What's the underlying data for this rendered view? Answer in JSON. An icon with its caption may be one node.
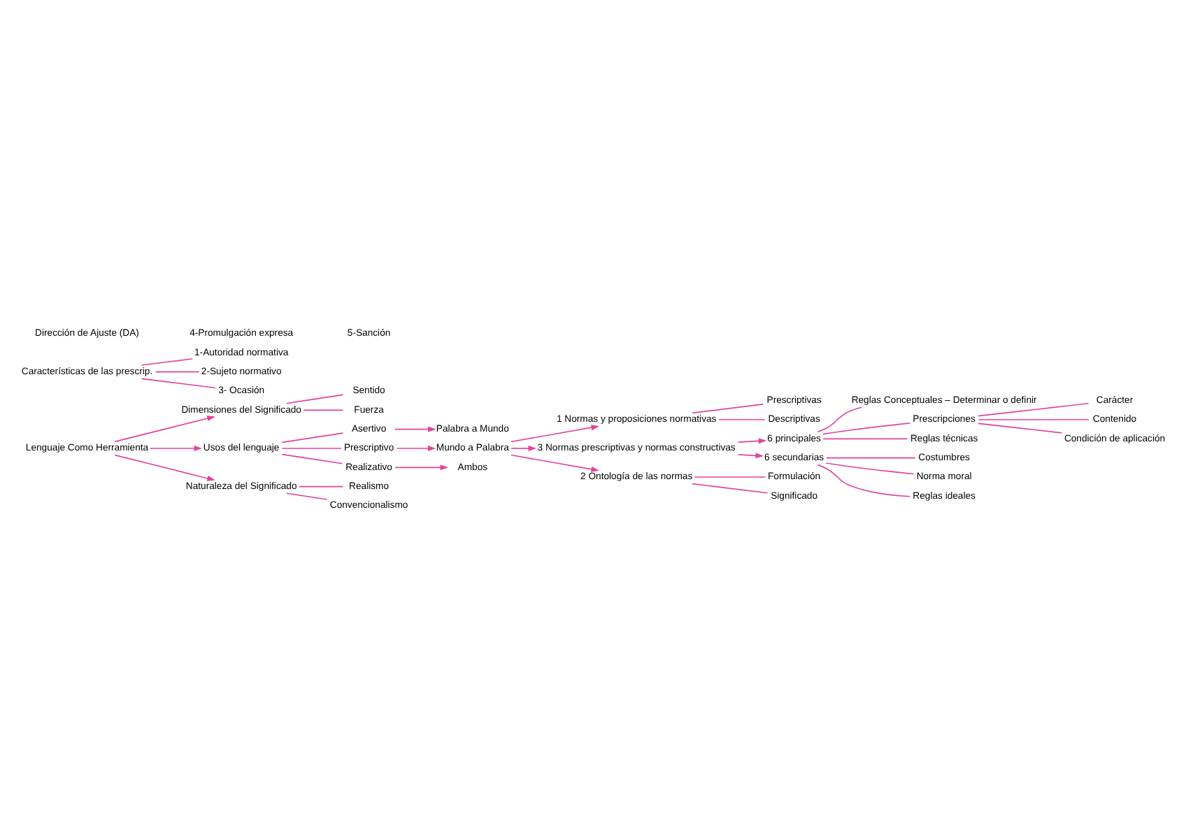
{
  "diagram": {
    "nodes": [
      {
        "text": [
          "Lenguaje Como Herramienta"
        ]
      },
      {
        "text": [
          "Dimensiones del Significado"
        ]
      },
      {
        "text": [
          "Sentido"
        ]
      },
      {
        "text": [
          "Fuerza"
        ]
      },
      {
        "text": [
          "Usos del lenguaje"
        ]
      },
      {
        "text": [
          "Asertivo"
        ]
      },
      {
        "text": [
          "Prescriptivo"
        ]
      },
      {
        "text": [
          "Realizativo"
        ]
      },
      {
        "text": [
          "Palabra a Mundo"
        ]
      },
      {
        "text": [
          "Mundo a Palabra"
        ]
      },
      {
        "text": [
          "Ambos"
        ]
      },
      {
        "text": [
          "Naturaleza del Significado"
        ]
      },
      {
        "text": [
          "Realismo"
        ]
      },
      {
        "text": [
          "Convencionalismo"
        ]
      },
      {
        "text": [
          "1 Normas y proposiciones normativas"
        ]
      },
      {
        "text": [
          "Prescriptivas"
        ]
      },
      {
        "text": [
          "Descriptivas"
        ]
      },
      {
        "text": [
          "3 Normas prescriptivas y normas constructivas"
        ]
      },
      {
        "text": [
          "2 Ontología de las normas"
        ]
      },
      {
        "text": [
          "Formulación"
        ]
      },
      {
        "text": [
          "Significado"
        ]
      },
      {
        "text": [
          "6 principales"
        ]
      },
      {
        "text": [
          "Reglas Conceptuales – Determinar o definir"
        ]
      },
      {
        "text": [
          "Prescripciones"
        ]
      },
      {
        "text": [
          "Reglas técnicas"
        ]
      },
      {
        "text": [
          "Carácter"
        ]
      },
      {
        "text": [
          "Contenido"
        ]
      },
      {
        "text": [
          "Condición de aplicación"
        ]
      },
      {
        "text": [
          "Características de las prescrip."
        ]
      },
      {
        "text": [
          "1-Autoridad normativa"
        ]
      },
      {
        "text": [
          "2-Sujeto normativo"
        ]
      },
      {
        "text": [
          "3- Ocasión"
        ]
      },
      {
        "text": [
          "6 secundarias"
        ]
      },
      {
        "text": [
          "Costumbres"
        ]
      },
      {
        "text": [
          "Norma moral"
        ]
      },
      {
        "text": [
          "Reglas ideales"
        ]
      }
    ],
    "edges": [
      {
        "from": 0,
        "to": 1,
        "arrow": "to"
      },
      {
        "from": 0,
        "to": 4,
        "arrow": "to"
      },
      {
        "from": 0,
        "to": 11,
        "arrow": "to"
      },
      {
        "from": 1,
        "to": 2,
        "arrow": "none"
      },
      {
        "from": 1,
        "to": 3,
        "arrow": "none"
      },
      {
        "from": 4,
        "to": 5,
        "arrow": "none"
      },
      {
        "from": 4,
        "to": 6,
        "arrow": "none"
      },
      {
        "from": 4,
        "to": 7,
        "arrow": "none"
      },
      {
        "from": 5,
        "to": 8,
        "arrow": "to"
      },
      {
        "from": 6,
        "to": 9,
        "arrow": "to"
      },
      {
        "from": 7,
        "to": 10,
        "arrow": "to"
      },
      {
        "from": 11,
        "to": 12,
        "arrow": "none"
      },
      {
        "from": 11,
        "to": 13,
        "arrow": "none"
      },
      {
        "from": 9,
        "to": 14,
        "arrow": "to"
      },
      {
        "from": 9,
        "to": 17,
        "arrow": "to"
      },
      {
        "from": 9,
        "to": 18,
        "arrow": "to"
      },
      {
        "from": 14,
        "to": 15,
        "arrow": "none"
      },
      {
        "from": 14,
        "to": 16,
        "arrow": "none"
      },
      {
        "from": 18,
        "to": 19,
        "arrow": "none"
      },
      {
        "from": 18,
        "to": 20,
        "arrow": "none"
      },
      {
        "from": 17,
        "to": 21,
        "arrow": "to"
      },
      {
        "from": 17,
        "to": 32,
        "arrow": "to"
      },
      {
        "from": 21,
        "to": 22,
        "arrow": "none"
      },
      {
        "from": 21,
        "to": 23,
        "arrow": "none"
      },
      {
        "from": 21,
        "to": 24,
        "arrow": "none"
      },
      {
        "from": 23,
        "to": 25,
        "arrow": "none"
      },
      {
        "from": 23,
        "to": 26,
        "arrow": "none"
      },
      {
        "from": 23,
        "to": 27,
        "arrow": "none"
      },
      {
        "from": 28,
        "to": 29,
        "arrow": "none"
      },
      {
        "from": 28,
        "to": 30,
        "arrow": "none"
      },
      {
        "from": 28,
        "to": 31,
        "arrow": "none"
      },
      {
        "from": 32,
        "to": 33,
        "arrow": "none"
      },
      {
        "from": 32,
        "to": 34,
        "arrow": "none"
      },
      {
        "from": 32,
        "to": 35,
        "arrow": "none"
      }
    ],
    "labels": [
      "Dirección de Ajuste (DA)",
      "4-Promulgación expresa",
      "5-Sanción"
    ]
  }
}
